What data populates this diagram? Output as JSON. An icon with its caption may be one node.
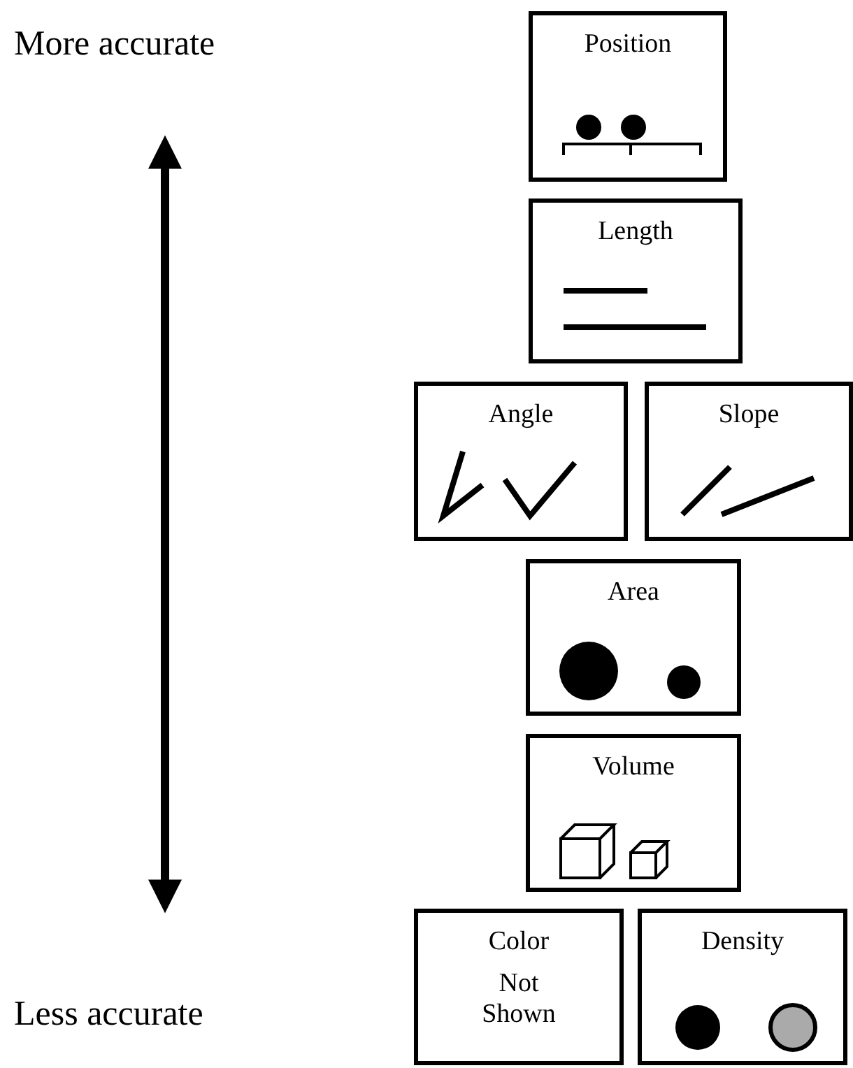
{
  "diagram": {
    "nodes": [
      {
        "text": [
          "Position"
        ]
      },
      {
        "text": [
          "Length"
        ]
      },
      {
        "text": [
          "Angle"
        ]
      },
      {
        "text": [
          "Slope"
        ]
      },
      {
        "text": [
          "Area"
        ]
      },
      {
        "text": [
          "Volume"
        ]
      },
      {
        "text": [
          "Color",
          "Not Shown"
        ]
      },
      {
        "text": [
          "Density"
        ]
      }
    ],
    "labels": [
      "More accurate",
      "Less accurate"
    ]
  }
}
